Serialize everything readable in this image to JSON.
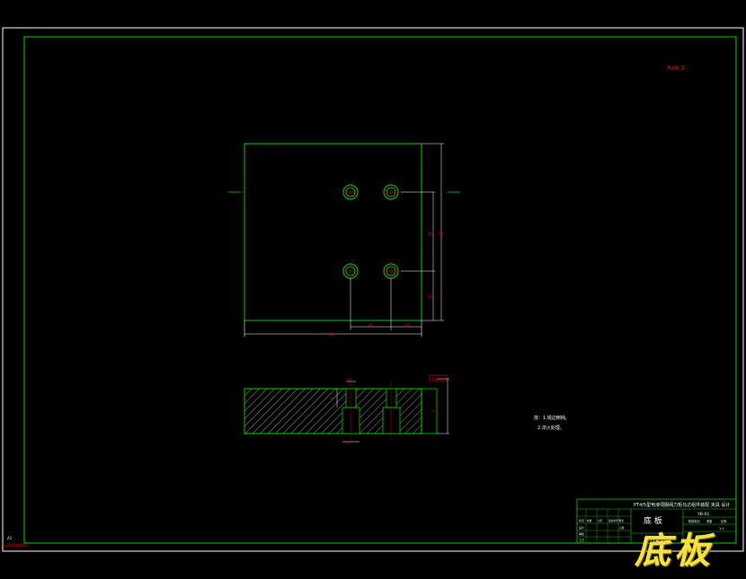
{
  "drawing": {
    "part_name": "底板",
    "rev_mark": "Ra6.3",
    "title_line": "PT4/5型电液伺服阀力矩马达组件装配 夹具 设计",
    "code_top": "YB-01",
    "part_code": "HT200",
    "scale": "1:1",
    "sheet_left_label": "A1",
    "sheet_left_label2": "13A3090403"
  },
  "notes": {
    "line1": "技：1.锐边倒钝。",
    "line2": "2.淬火处理。"
  },
  "dims": {
    "bottom_width": "88",
    "hole_spacing_x": "45",
    "edge_x": "20",
    "right_height": "90",
    "hole_spacing_y": "45",
    "edge_y": "20",
    "sec_height": "25",
    "sec_top_box": "0.02 A",
    "sec_hole_top": "M8",
    "sec_hole_bottom": "Φ13",
    "sec_side": "A"
  },
  "title_block": {
    "big_text": "底 板",
    "rows_left": [
      "标记",
      "设计",
      "审核",
      "工艺"
    ],
    "rows_mid": [
      "处数",
      "分区",
      "更改文件号",
      "签名",
      "日期"
    ],
    "rows_right": [
      "阶段标记",
      "重量",
      "比例"
    ]
  },
  "colors": {
    "frame": "#00d400",
    "line": "#ffffff",
    "dim": "#ff0000",
    "stamp": "#f5e23a"
  }
}
